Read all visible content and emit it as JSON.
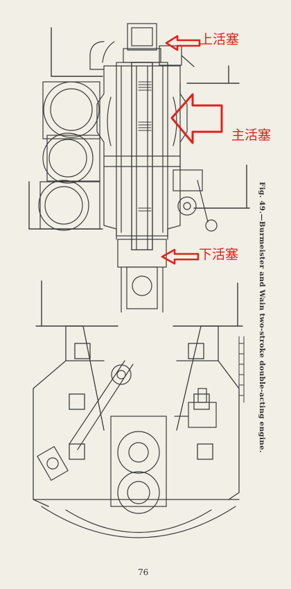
{
  "figure": {
    "caption": "Fig. 49.—Burmeister and Wain two-stroke double-acting engine.",
    "page_number": "76"
  },
  "annotations": {
    "upper_piston": "上活塞",
    "main_piston": "主活塞",
    "lower_piston": "下活塞"
  },
  "colors": {
    "annotation": "#e0201c",
    "ink": "#3a3a3a",
    "paper": "#f2efe6"
  }
}
